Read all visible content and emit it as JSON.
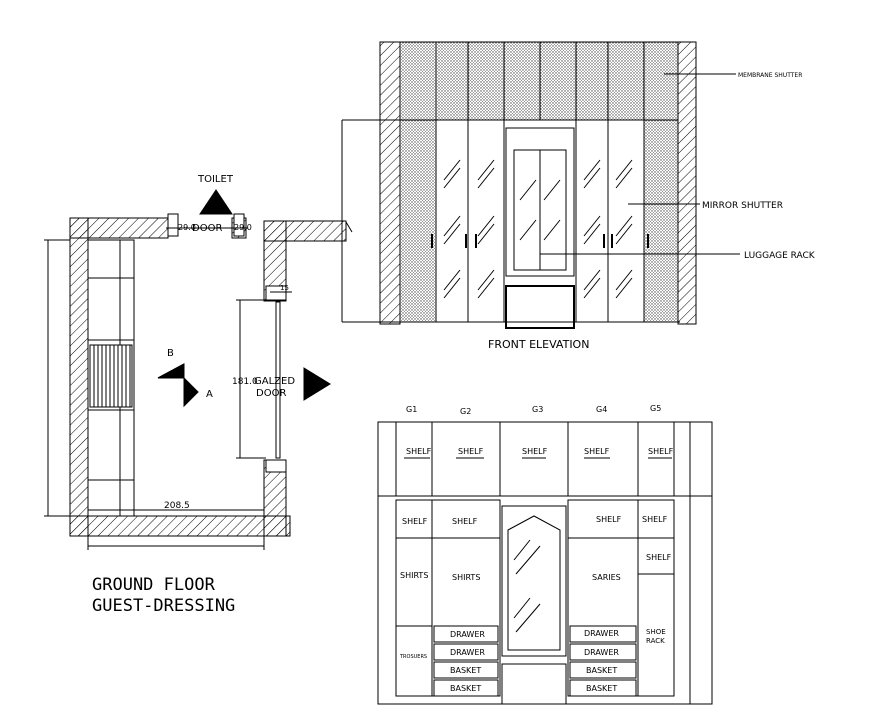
{
  "plan": {
    "toilet": "TOILET",
    "door": "DOOR",
    "dim_left": "29.0",
    "dim_right": "29.0",
    "dim_wall": "15",
    "dim_door_len": "181.0",
    "galzed": "GALZED",
    "galzed_door": "DOOR",
    "dim_width": "208.5",
    "section_b": "B",
    "section_a": "A",
    "title_line1": "GROUND FLOOR",
    "title_line2": "GUEST-DRESSING"
  },
  "elevation": {
    "title": "FRONT ELEVATION",
    "membrane": "MEMBRANE SHUTTER",
    "mirror": "MIRROR SHUTTER",
    "luggage": "LUGGAGE RACK"
  },
  "interior": {
    "columns": [
      "G1",
      "G2",
      "G3",
      "G4",
      "G5"
    ],
    "top_shelves": [
      "SHELF",
      "SHELF",
      "SHELF",
      "SHELF",
      "SHELF"
    ],
    "g1": {
      "shelf": "SHELF",
      "shirts": "SHIRTS",
      "trousers": "TROSUERS"
    },
    "g2": {
      "shelf": "SHELF",
      "shirts": "SHIRTS",
      "items": [
        "DRAWER",
        "DRAWER",
        "BASKET",
        "BASKET"
      ]
    },
    "g4": {
      "shelf": "SHELF",
      "saries": "SARIES",
      "items": [
        "DRAWER",
        "DRAWER",
        "BASKET",
        "BASKET"
      ]
    },
    "g5": {
      "shelf": "SHELF",
      "shelf2": "SHELF",
      "shoe1": "SHOE",
      "shoe2": "RACK"
    }
  }
}
